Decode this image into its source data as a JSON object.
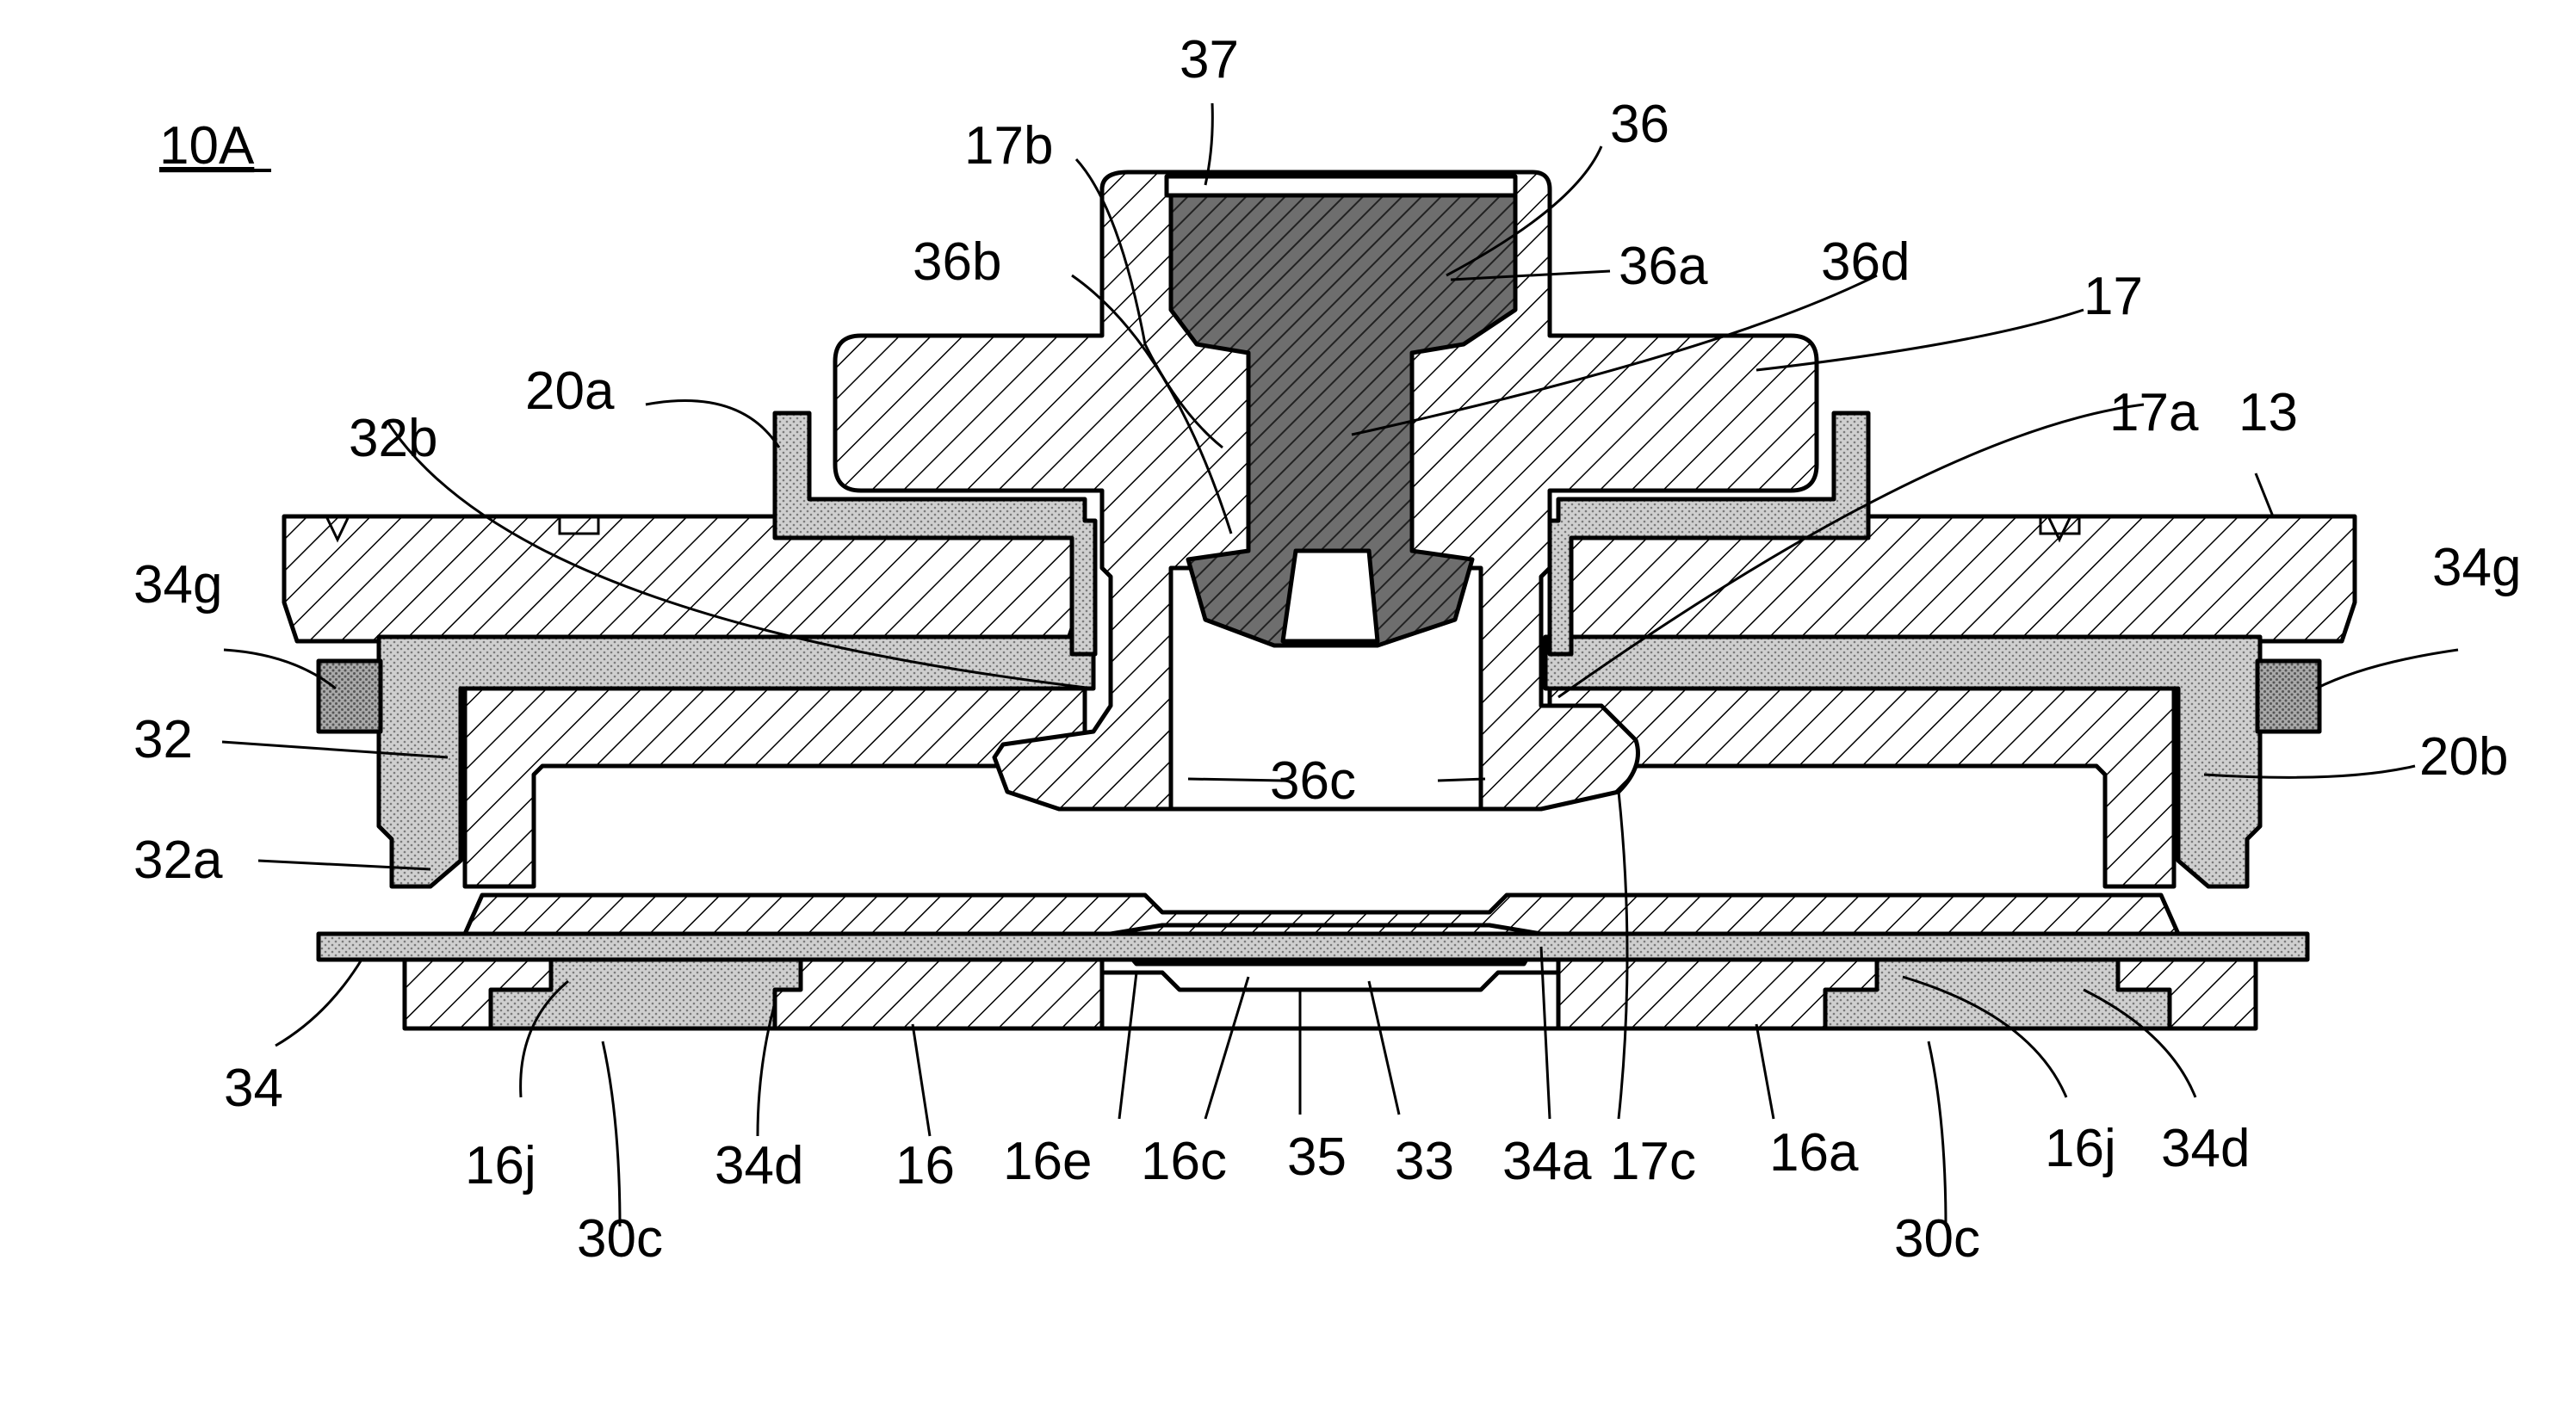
{
  "figure": {
    "ref": "10A",
    "labels": {
      "l37": "37",
      "l36": "36",
      "l17b": "17b",
      "l36b": "36b",
      "l36a": "36a",
      "l36d": "36d",
      "l17": "17",
      "l20a": "20a",
      "l32b": "32b",
      "l17a": "17a",
      "l13": "13",
      "l34g_left": "34g",
      "l34g_right": "34g",
      "l32": "32",
      "l20b": "20b",
      "l36c": "36c",
      "l32a": "32a",
      "l34": "34",
      "l16j_left": "16j",
      "l34d_left": "34d",
      "l16": "16",
      "l16e": "16e",
      "l16c": "16c",
      "l35": "35",
      "l33": "33",
      "l34a": "34a",
      "l17c": "17c",
      "l16a": "16a",
      "l16j_right": "16j",
      "l34d_right": "34d",
      "l30c_left": "30c",
      "l30c_right": "30c"
    }
  }
}
